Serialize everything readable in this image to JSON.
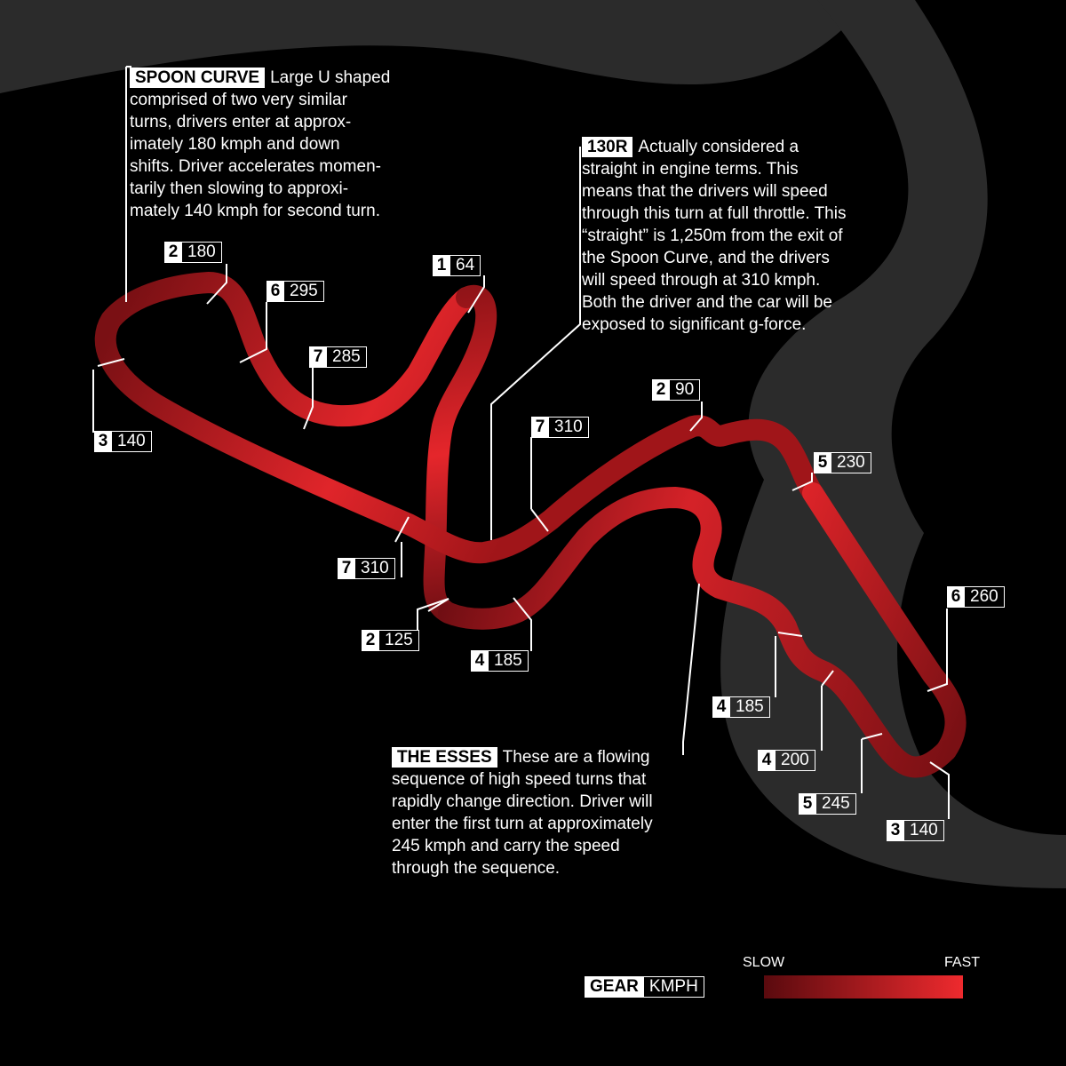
{
  "spoon": {
    "title": "SPOON CURVE",
    "lines": [
      "Large U shaped",
      "comprised of two very similar",
      "turns, drivers enter at approx-",
      "imately 180 kmph and down",
      "shifts. Driver accelerates momen-",
      "tarily then slowing to approxi-",
      "mately 140 kmph for second turn."
    ]
  },
  "r130": {
    "title": "130R",
    "lines": [
      "Actually considered a",
      "straight in engine terms. This",
      "means that the drivers will speed",
      "through this turn at full throttle.  This",
      "“straight” is 1,250m from the exit of",
      "the Spoon Curve, and the drivers",
      "will speed through at 310 kmph.",
      "Both the driver and the car will be",
      "exposed to significant g-force."
    ]
  },
  "esses": {
    "title": "THE ESSES",
    "lines": [
      "These are a flowing",
      "sequence of high speed turns that",
      "rapidly change direction. Driver will",
      "enter the first turn at approximately",
      "245 kmph and carry the speed",
      "through the sequence."
    ]
  },
  "markers": [
    {
      "gear": "2",
      "kmph": "180"
    },
    {
      "gear": "6",
      "kmph": "295"
    },
    {
      "gear": "7",
      "kmph": "285"
    },
    {
      "gear": "3",
      "kmph": "140"
    },
    {
      "gear": "1",
      "kmph": "64"
    },
    {
      "gear": "7",
      "kmph": "310"
    },
    {
      "gear": "2",
      "kmph": "90"
    },
    {
      "gear": "5",
      "kmph": "230"
    },
    {
      "gear": "7",
      "kmph": "310"
    },
    {
      "gear": "2",
      "kmph": "125"
    },
    {
      "gear": "4",
      "kmph": "185"
    },
    {
      "gear": "6",
      "kmph": "260"
    },
    {
      "gear": "4",
      "kmph": "185"
    },
    {
      "gear": "4",
      "kmph": "200"
    },
    {
      "gear": "5",
      "kmph": "245"
    },
    {
      "gear": "3",
      "kmph": "140"
    }
  ],
  "legend": {
    "gear_label": "GEAR",
    "kmph_label": "KMPH",
    "slow_label": "SLOW",
    "fast_label": "FAST"
  },
  "colors": {
    "background": "#000000",
    "land": "#2b2b2b",
    "track_slow": "#6b0d12",
    "track_fast": "#e8262b"
  }
}
